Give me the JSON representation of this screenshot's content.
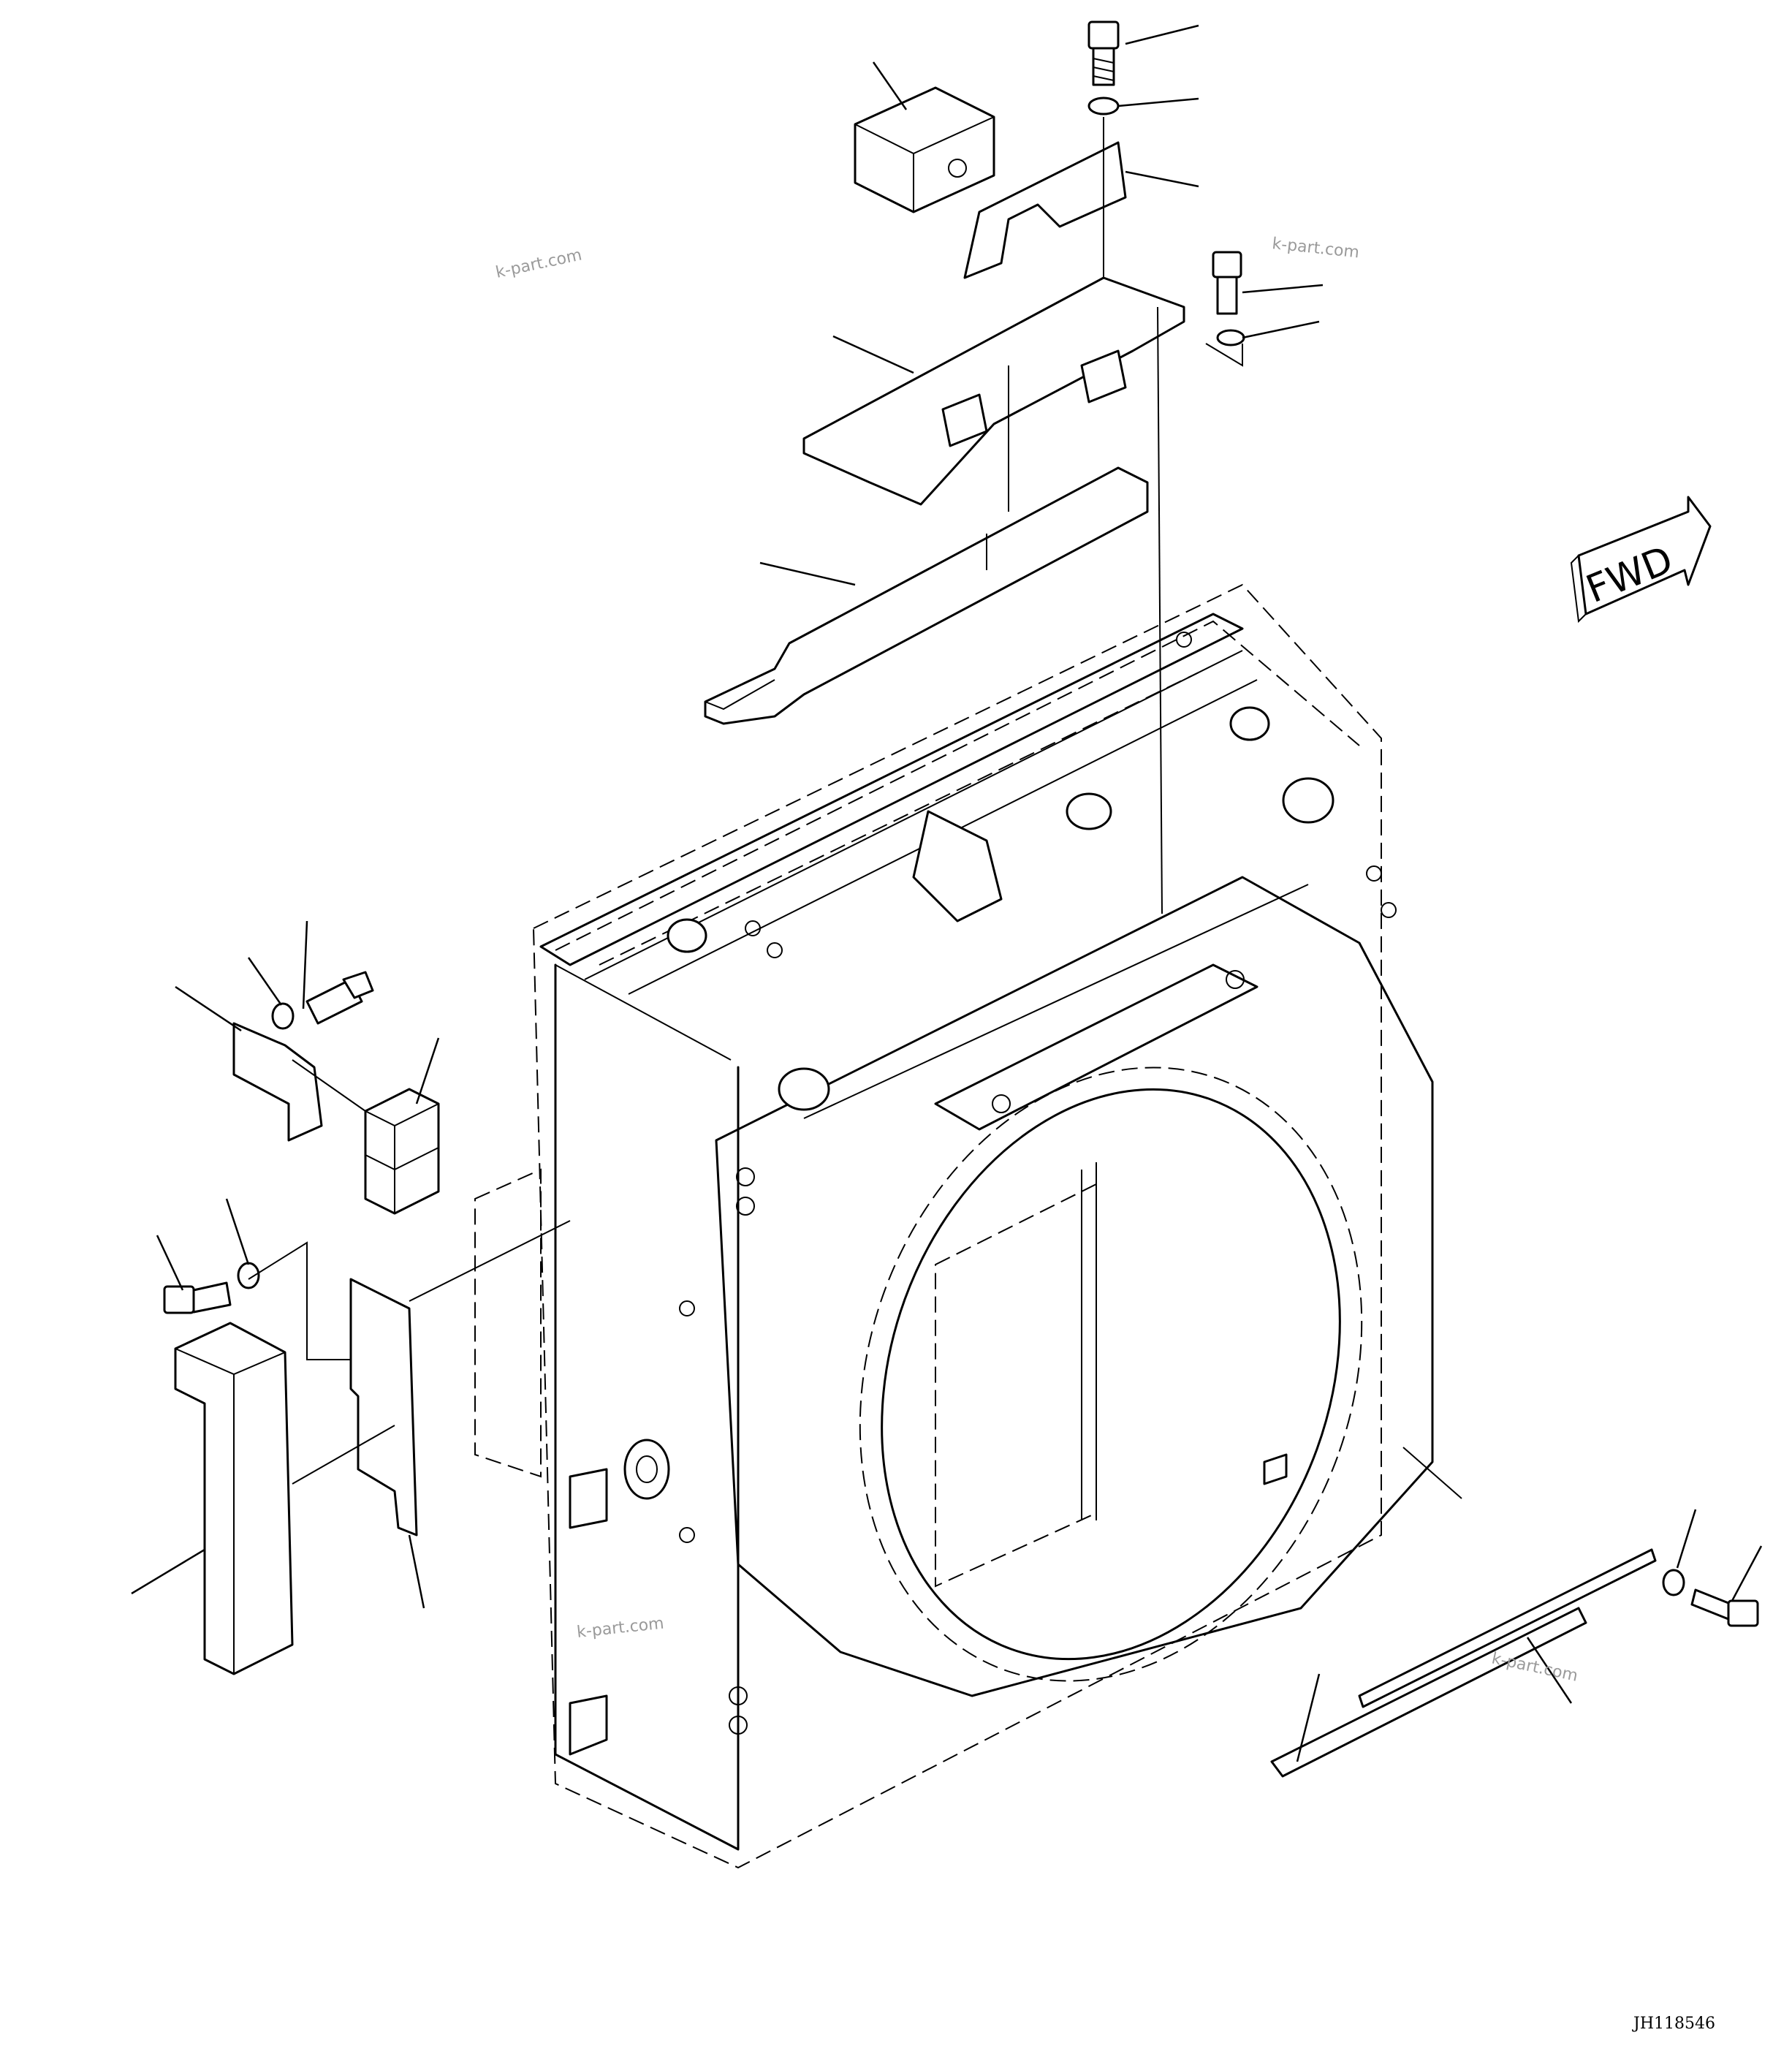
{
  "watermarks": [
    "k-part.com",
    "k-part.com",
    "k-part.com",
    "k-part.com"
  ],
  "direction_arrow": {
    "label": "FWD"
  },
  "drawing_code": "JH118546"
}
